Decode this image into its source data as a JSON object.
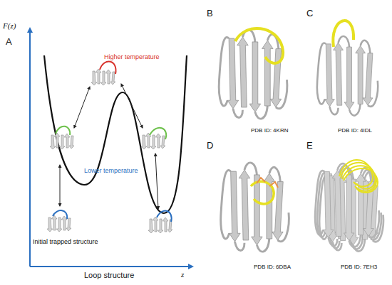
{
  "diagram": {
    "labels": [
      "F(z)",
      "A",
      "Higher temperature",
      "Lower temperature",
      "Initial trapped structure",
      "Loop structure",
      "z",
      "B",
      "C",
      "PDB ID: 4KRN",
      "PDB ID: 4IDL",
      "D",
      "E",
      "PDB ID: 6DBA",
      "PDB ID: 7EH3"
    ]
  }
}
